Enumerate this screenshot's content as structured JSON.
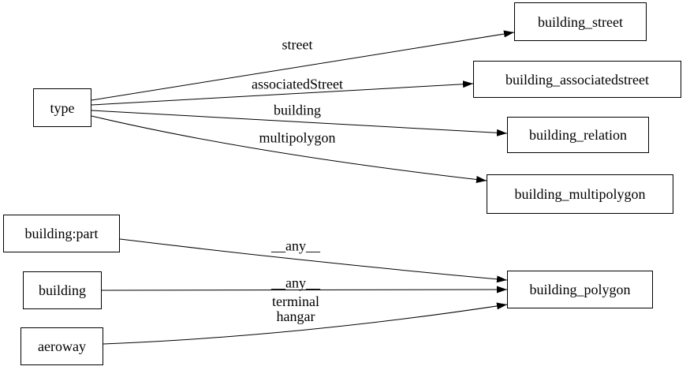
{
  "diagram": {
    "type": "directed-graph",
    "background_color": "#ffffff",
    "line_color": "#000000",
    "text_color": "#000000",
    "nodes": [
      {
        "id": "type",
        "label": "type"
      },
      {
        "id": "building_street",
        "label": "building_street"
      },
      {
        "id": "building_associatedstreet",
        "label": "building_associatedstreet"
      },
      {
        "id": "building_relation",
        "label": "building_relation"
      },
      {
        "id": "building_multipolygon",
        "label": "building_multipolygon"
      },
      {
        "id": "building:part",
        "label": "building:part"
      },
      {
        "id": "building",
        "label": "building"
      },
      {
        "id": "aeroway",
        "label": "aeroway"
      },
      {
        "id": "building_polygon",
        "label": "building_polygon"
      }
    ],
    "edges": [
      {
        "from": "type",
        "to": "building_street",
        "label": "street"
      },
      {
        "from": "type",
        "to": "building_associatedstreet",
        "label": "associatedStreet"
      },
      {
        "from": "type",
        "to": "building_relation",
        "label": "building"
      },
      {
        "from": "type",
        "to": "building_multipolygon",
        "label": "multipolygon"
      },
      {
        "from": "building:part",
        "to": "building_polygon",
        "label": "__any__"
      },
      {
        "from": "building",
        "to": "building_polygon",
        "label": "__any__"
      },
      {
        "from": "aeroway",
        "to": "building_polygon",
        "label": "terminal\nhangar"
      }
    ]
  }
}
